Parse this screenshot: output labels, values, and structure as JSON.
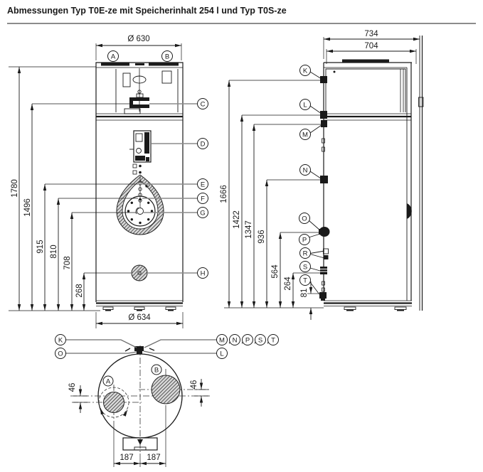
{
  "title": "Abmessungen Typ T0E-ze mit Speicherinhalt 254 l und Typ T0S-ze",
  "punct": {
    "comma": ","
  },
  "letters": {
    "A": "A",
    "B": "B",
    "C": "C",
    "D": "D",
    "E": "E",
    "F": "F",
    "G": "G",
    "H": "H",
    "K": "K",
    "L": "L",
    "M": "M",
    "N": "N",
    "O": "O",
    "P": "P",
    "R": "R",
    "S": "S",
    "T": "T"
  },
  "front_view": {
    "diameter_top": "Ø 630",
    "diameter_bottom": "Ø 634",
    "heights": [
      "1780",
      "1496",
      "915",
      "810",
      "708",
      "268"
    ]
  },
  "side_view": {
    "depths": [
      "734",
      "704"
    ],
    "heights": [
      "1666",
      "1422",
      "1347",
      "936",
      "564",
      "264",
      "81"
    ]
  },
  "bottom_view": {
    "offsets": [
      "46",
      "46"
    ],
    "spacings": [
      "187",
      "187"
    ]
  }
}
